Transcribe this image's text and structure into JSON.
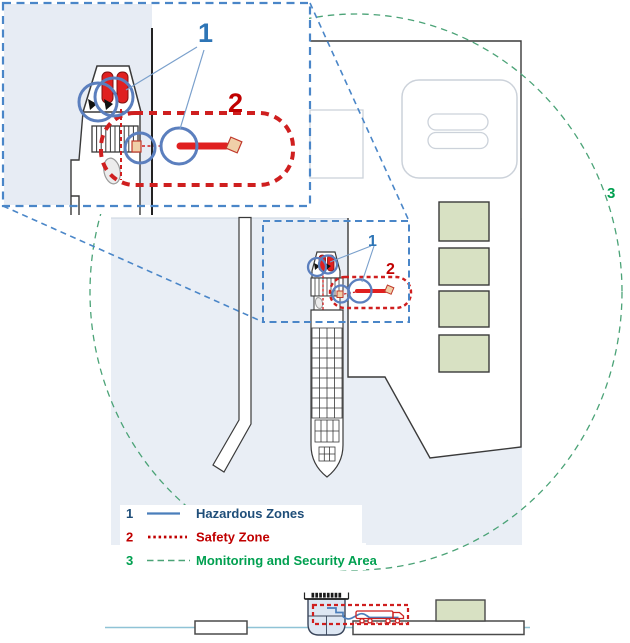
{
  "figure": {
    "inset": {
      "label_hazard": "1",
      "label_safety": "2"
    },
    "plan": {
      "label_hazard": "1",
      "label_safety": "2",
      "label_monitoring": "3"
    },
    "legend": {
      "items": [
        {
          "num": "1",
          "label": "Hazardous Zones"
        },
        {
          "num": "2",
          "label": "Safety Zone"
        },
        {
          "num": "3",
          "label": "Monitoring and Security Area"
        }
      ]
    },
    "colors": {
      "hazard_blue_text": "#2e75b6",
      "hazard_blue_line": "#4a7ebb",
      "legend_blue_text": "#1f4e79",
      "safety_red": "#c00000",
      "safety_red_dash": "#cf1f1f",
      "monitoring_green_text": "#00a050",
      "monitoring_green_line": "#4ba377",
      "water_fill": "#e9eef5",
      "building_green_fill": "#d8e1c3",
      "tank_red_fill": "#e02020",
      "zoom_frame_blue": "#4a86c8"
    }
  }
}
